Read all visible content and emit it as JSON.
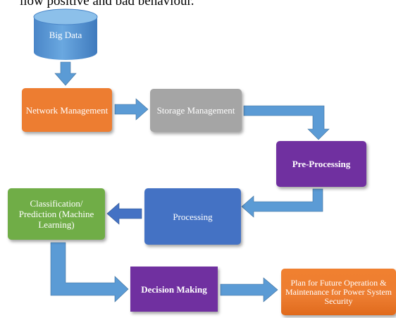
{
  "header": {
    "cut_text": "llow positive and bad behaviour."
  },
  "nodes": {
    "big_data": "Big Data",
    "network_management": "Network Management",
    "storage_management": "Storage Management",
    "pre_processing": "Pre-Processing",
    "processing": "Processing",
    "classification": "Classification/ Prediction (Machine Learning)",
    "decision_making": "Decision Making",
    "plan": "Plan for Future Operation & Maintenance for Power System Security"
  },
  "colors": {
    "arrow": "#5b9bd5",
    "arrow_dark": "#4472c4",
    "cylinder": "#5b9bd5",
    "orange": "#ed7d31",
    "gray": "#a5a5a5",
    "purple": "#7030a0",
    "blue": "#4472c4",
    "green": "#70ad47"
  }
}
